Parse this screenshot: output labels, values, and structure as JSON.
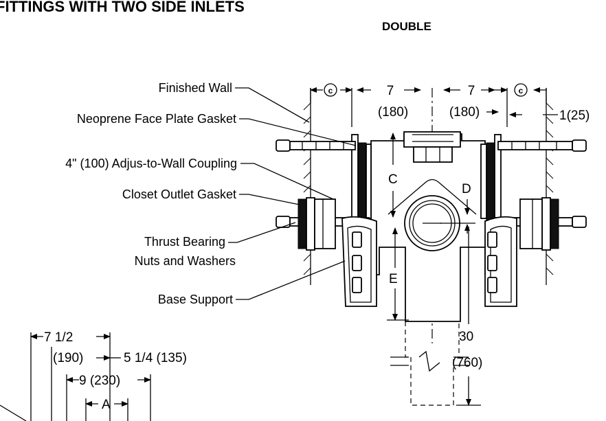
{
  "title": "FITTINGS WITH TWO SIDE INLETS",
  "subtitle": "DOUBLE",
  "callouts": {
    "finished_wall": "Finished Wall",
    "face_plate_gasket": "Neoprene Face Plate Gasket",
    "coupling": "4\" (100) Adjus-to-Wall Coupling",
    "outlet_gasket": "Closet Outlet Gasket",
    "thrust_bearing_1": "Thrust Bearing",
    "thrust_bearing_2": "Nuts and Washers",
    "base_support": "Base Support"
  },
  "dimensions": {
    "c_symbol": "c",
    "d7_left": "7",
    "d180_left": "(180)",
    "d7_right": "7",
    "d180_right": "(180)",
    "d1_25": "1(25)",
    "C": "C",
    "D": "D",
    "E": "E",
    "d30": "30",
    "d760": "(760)",
    "d7_1_2": "7 1/2",
    "d190": "(190)",
    "d5_1_4": "5 1/4 (135)",
    "d9_230": "9 (230)",
    "A": "A"
  }
}
